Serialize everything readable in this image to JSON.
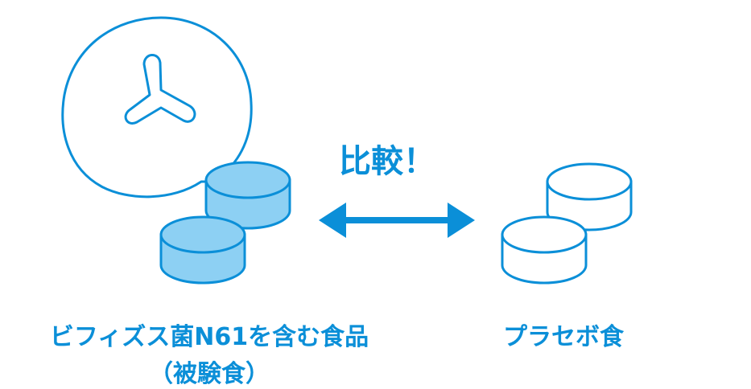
{
  "compare": {
    "label": "比較！"
  },
  "test_food": {
    "label_line1": "ビフィズス菌N61を含む食品",
    "label_line2": "（被験食）"
  },
  "placebo": {
    "label": "プラセボ食"
  },
  "colors": {
    "primary": "#0b8fd8",
    "tablet_fill": "#8dd0f3",
    "white": "#ffffff"
  },
  "icons": {
    "bacteria": "bifidobacterium-icon",
    "arrow": "double-arrow-icon"
  }
}
